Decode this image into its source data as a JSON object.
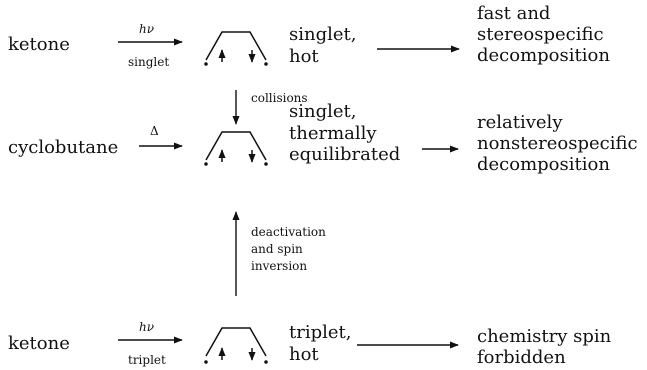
{
  "rows": {
    "top": {
      "source": "ketone",
      "arrow_top": "hν",
      "arrow_bottom": "singlet",
      "state": [
        "singlet,",
        "hot"
      ],
      "outcome": [
        "fast and",
        "stereospecific",
        "decomposition"
      ]
    },
    "middle": {
      "source": "cyclobutane",
      "arrow_top": "Δ",
      "state": [
        "singlet,",
        "thermally",
        "equilibrated"
      ],
      "outcome": [
        "relatively",
        "nonstereospecific",
        "decomposition"
      ]
    },
    "bottom": {
      "source": "ketone",
      "arrow_top": "hν",
      "arrow_bottom": "triplet",
      "state": [
        "triplet,",
        "hot"
      ],
      "outcome": [
        "chemistry spin",
        "forbidden"
      ]
    }
  },
  "vertical_arrows": {
    "down_label": "collisions",
    "up_label": [
      "deactivation",
      "and spin",
      "inversion"
    ]
  }
}
